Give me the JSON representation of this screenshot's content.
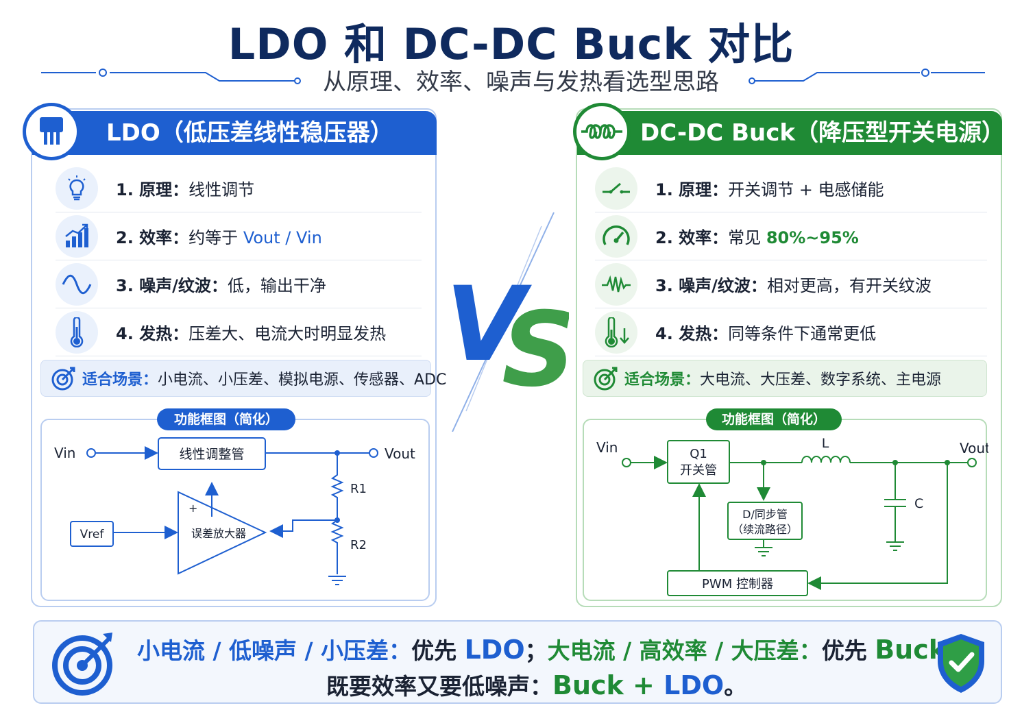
{
  "title": "LDO 和 DC-DC Buck 对比",
  "subtitle": "从原理、效率、噪声与发热看选型思路",
  "ldo": {
    "header": "LDO（低压差线性稳压器）",
    "rows": [
      {
        "label": "1. 原理：",
        "text": "线性调节",
        "icon": "lightbulb-icon"
      },
      {
        "label": "2. 效率：",
        "text": "约等于 ",
        "highlight": "Vout / Vin",
        "icon": "bar-chart-icon"
      },
      {
        "label": "3. 噪声/纹波：",
        "text": "低，输出干净",
        "icon": "sine-wave-icon"
      },
      {
        "label": "4. 发热：",
        "text": "压差大、电流大时明显发热",
        "icon": "thermometer-icon"
      }
    ],
    "scene_label": "适合场景：",
    "scene_text": "小电流、小压差、模拟电源、传感器、ADC",
    "diagram_tag": "功能框图（简化）",
    "diagram": {
      "vin": "Vin",
      "vout": "Vout",
      "reg": "线性调整管",
      "vref": "Vref",
      "amp": "误差放大器",
      "plus": "+",
      "r1": "R1",
      "r2": "R2"
    }
  },
  "buck": {
    "header": "DC-DC Buck（降压型开关电源）",
    "rows": [
      {
        "label": "1. 原理：",
        "text": "开关调节 + 电感储能",
        "icon": "switch-icon"
      },
      {
        "label": "2. 效率：",
        "text": "常见 ",
        "highlight": "80%~95%",
        "icon": "gauge-icon"
      },
      {
        "label": "3. 噪声/纹波：",
        "text": "相对更高，有开关纹波",
        "icon": "ripple-wave-icon"
      },
      {
        "label": "4. 发热：",
        "text": "同等条件下通常更低",
        "icon": "thermometer-down-icon"
      }
    ],
    "scene_label": "适合场景：",
    "scene_text": "大电流、大压差、数字系统、主电源",
    "diagram_tag": "功能框图（简化）",
    "diagram": {
      "vin": "Vin",
      "vout": "Vout",
      "q1": "Q1",
      "q1_sub": "开关管",
      "l": "L",
      "c": "C",
      "diode": "D/同步管",
      "diode_sub": "（续流路径）",
      "pwm": "PWM 控制器"
    }
  },
  "vs": "VS",
  "conclusion": {
    "part1_blue": "小电流 / 低噪声 / 小压差：",
    "part1_dark": "优先 ",
    "part1_hl": "LDO",
    "sep": "；",
    "part2_green": "大电流 / 高效率 / 大压差：",
    "part2_dark": "优先 ",
    "part2_hl": "Buck",
    "end": "；",
    "line2_dark": "既要效率又要低噪声：",
    "line2_green": "Buck + ",
    "line2_blue": "LDO",
    "line2_end": "。"
  },
  "colors": {
    "ldo": "#1e5fd0",
    "buck": "#1f8a35",
    "title": "#0f2a5e"
  }
}
